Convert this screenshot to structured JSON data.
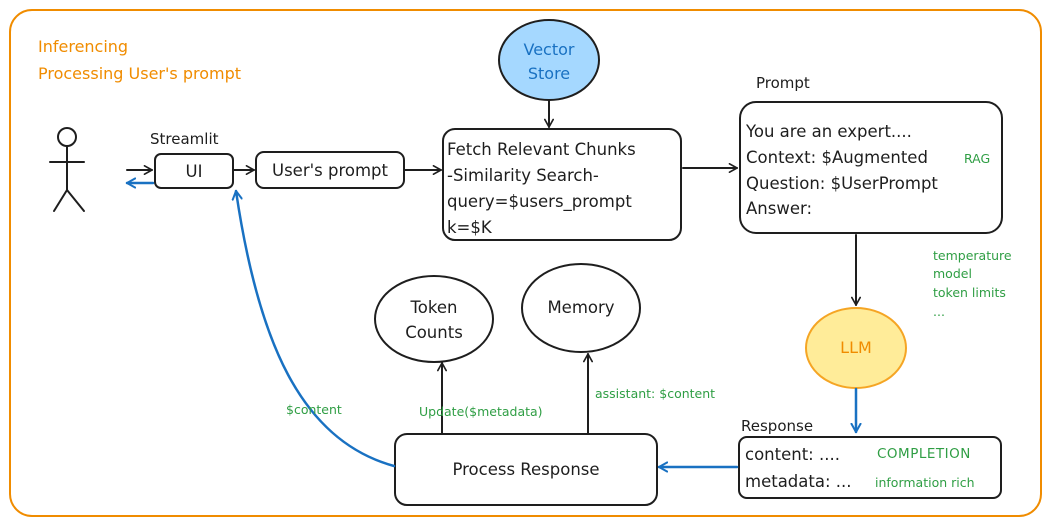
{
  "title_lines": [
    "Inferencing",
    "Processing User's prompt"
  ],
  "colors": {
    "frame": "#f08c00",
    "ink": "#1e1e1e",
    "annotation": "#2f9e44",
    "feedback_arrow": "#1971c2",
    "vector_store_fill": "#a5d8ff",
    "llm_fill": "#ffec99"
  },
  "nodes": {
    "user": {
      "icon": "stick-figure"
    },
    "streamlit_label": "Streamlit",
    "ui": "UI",
    "users_prompt": "User's prompt",
    "vector_store": [
      "Vector",
      "Store"
    ],
    "fetch": [
      "Fetch Relevant Chunks",
      "-Similarity Search-",
      "query=$users_prompt",
      "k=$K"
    ],
    "prompt_label": "Prompt",
    "prompt": [
      "You are an expert....",
      "Context: $Augmented",
      "Question: $UserPrompt",
      "Answer:"
    ],
    "prompt_tag": "RAG",
    "llm": "LLM",
    "llm_params": [
      "temperature",
      "model",
      "token limits",
      "..."
    ],
    "response_label": "Response",
    "response": [
      "content: ....",
      "metadata: ..."
    ],
    "response_tags": [
      "COMPLETION",
      "information rich"
    ],
    "process_response": "Process Response",
    "token_counts": [
      "Token",
      "Counts"
    ],
    "memory": "Memory"
  },
  "edge_labels": {
    "update": "Update($metadata)",
    "assistant": "assistant: $content",
    "content_back": "$content"
  }
}
